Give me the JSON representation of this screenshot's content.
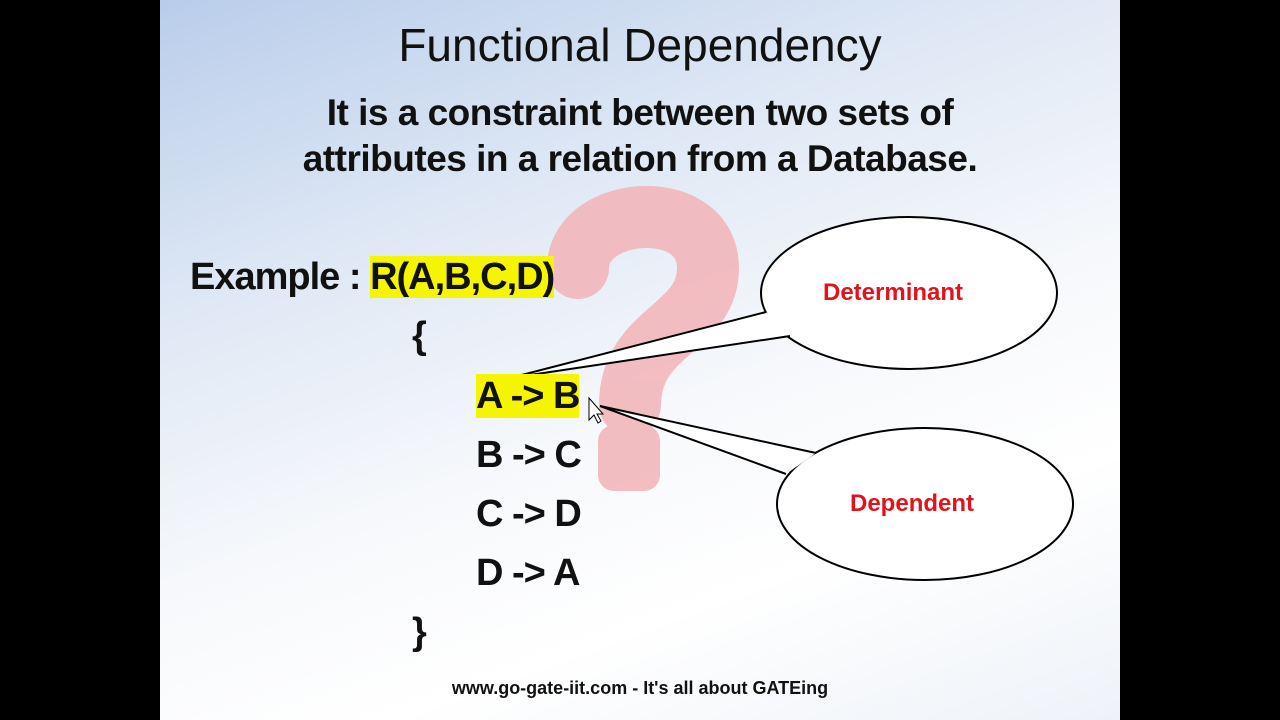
{
  "slide": {
    "title": "Functional Dependency",
    "subtitle_line1": "It is a constraint between two sets of",
    "subtitle_line2": "attributes in a relation from a Database.",
    "example_label": "Example : ",
    "relation": "R(A,B,C,D)",
    "open_brace": "{",
    "close_brace": "}",
    "dependencies": [
      "A -> B",
      "B -> C",
      "C -> D",
      "D -> A"
    ],
    "callout_determinant": "Determinant",
    "callout_dependent": "Dependent",
    "footer": "www.go-gate-iit.com - It's all about GATEing"
  },
  "colors": {
    "highlight": "#f5f500",
    "callout_text": "#e2131b",
    "question_mark": "#f2b3b7"
  }
}
